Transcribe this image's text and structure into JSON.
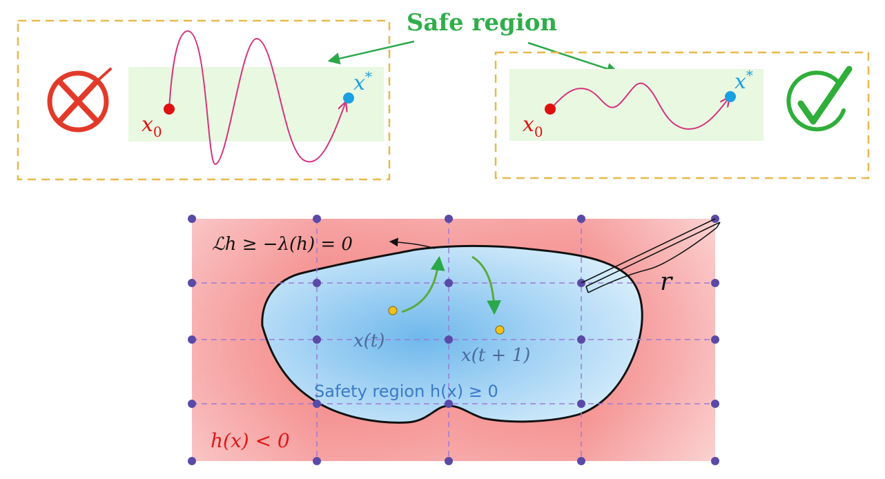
{
  "top": {
    "title": "Safe region",
    "left_panel": {
      "start_label": "x",
      "start_sub": "0",
      "target_label": "x",
      "target_sup": "*",
      "verdict_icon": "cross-mark-icon"
    },
    "right_panel": {
      "start_label": "x",
      "start_sub": "0",
      "target_label": "x",
      "target_sup": "*",
      "verdict_icon": "check-mark-icon"
    }
  },
  "bottom": {
    "boundary_condition": "ℒh ≥ −λ(h) = 0",
    "radius_label": "r",
    "state_now": "x(t)",
    "state_next": "x(t + 1)",
    "safety_region": "Safety region h(x) ≥ 0",
    "unsafe_region": "h(x) < 0"
  },
  "colors": {
    "panel_border": "#e8b84a",
    "safe_band": "#e9f8e1",
    "title_green": "#2fae4a",
    "arrow_green": "#2aa84a",
    "trajectory": "#d6337d",
    "start_dot": "#e01010",
    "target_dot": "#1aa0e0",
    "cross_red": "#e23a2a",
    "check_green": "#2fae3a",
    "unsafe_red": "#f07a7a",
    "safe_blue": "#8cc8f2",
    "grid_dot": "#5a4aa8",
    "grid_line": "#9b7bd6"
  }
}
